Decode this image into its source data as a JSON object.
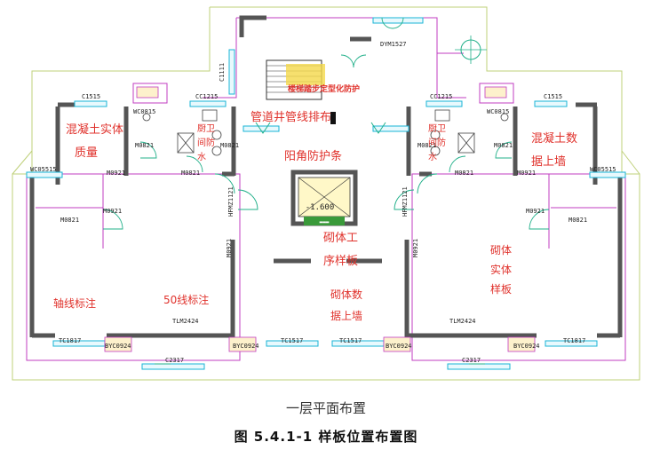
{
  "drawing": {
    "subtitle": "一层平面布置",
    "caption": "图 5.4.1-1   样板位置布置图",
    "colors": {
      "outline": "#bfd07a",
      "wall": "#555555",
      "partition": "#c23cc2",
      "window": "#18b4d6",
      "annotation": "#e0322c",
      "door": "#22b08a"
    }
  },
  "annotations": {
    "stair_guard": "楼梯踏步定型化防护",
    "pipe_layout": "管道井管线排布",
    "corner_guard": "阳角防护条",
    "masonry_process": "砌体工序样板",
    "masonry_top_left": "砌体数据上墙",
    "masonry_solid": "砌体实体样板",
    "concrete_quality": "混凝土实体质量",
    "concrete_data": "混凝土数据上墙",
    "kitchen_waterproof_l": "厨卫间防水",
    "kitchen_waterproof_r": "厨卫间防水",
    "axis_mark": "轴线标注",
    "line50": "50线标注"
  },
  "labels": {
    "dym": "DYM1527",
    "c1111": "C1111",
    "c1515_l": "C1515",
    "c1515_r": "C1515",
    "cc1215_l": "CC1215",
    "cc1215_r": "CC1215",
    "wc0815_l": "WC0815",
    "wc0815_r": "WC0815",
    "m0821_a": "M0821",
    "m0821_b": "M0821",
    "m0821_c": "M0821",
    "m0821_d": "M0821",
    "m0821_e": "M0821",
    "m0821_f": "M0821",
    "m0821_g": "M0821",
    "m0821_h": "M0821",
    "m0921_a": "M0921",
    "m0921_b": "M0921",
    "m0921_c": "M0921",
    "m0921_d": "M0921",
    "m0921_e": "M0921",
    "m0921_f": "M0921",
    "wc05515_l": "WC05515",
    "wc05515_r": "WC05515",
    "hfmz_l": "HFMZ1121",
    "hfmz_r": "HFMZ1121",
    "elev": "-1.600",
    "tlm_l": "TLM2424",
    "tlm_r": "TLM2424",
    "tc1817_l": "TC1817",
    "tc1817_r": "TC1817",
    "tc1517_l": "TC1517",
    "tc1517_r": "TC1517",
    "byc_1": "BYC0924",
    "byc_2": "BYC0924",
    "byc_3": "BYC0924",
    "byc_4": "BYC0924",
    "c2317_l": "C2317",
    "c2317_r": "C2317",
    "elevator_sign": "▬▬▬"
  }
}
